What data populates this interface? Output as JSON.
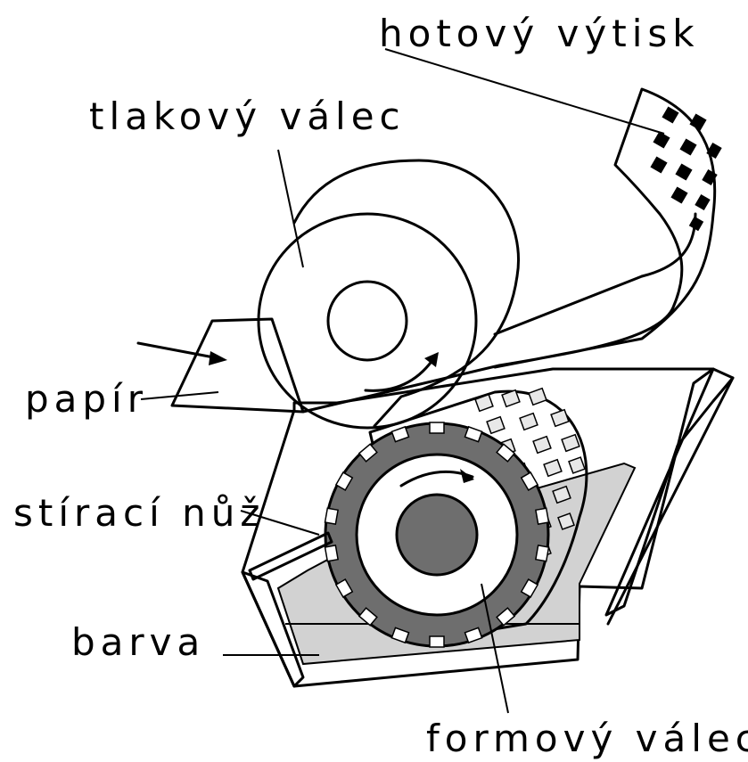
{
  "diagram": {
    "labels": {
      "output": "hotový výtisk",
      "impression_cylinder": "tlakový válec",
      "paper": "papír",
      "doctor_blade": "stírací nůž",
      "ink": "barva",
      "form_cylinder": "formový válec"
    },
    "colors": {
      "ink_fill": "#d2d2d2",
      "gear_fill": "#6e6e6e",
      "hub_fill": "#6e6e6e",
      "line": "#000000",
      "background": "#ffffff"
    }
  }
}
